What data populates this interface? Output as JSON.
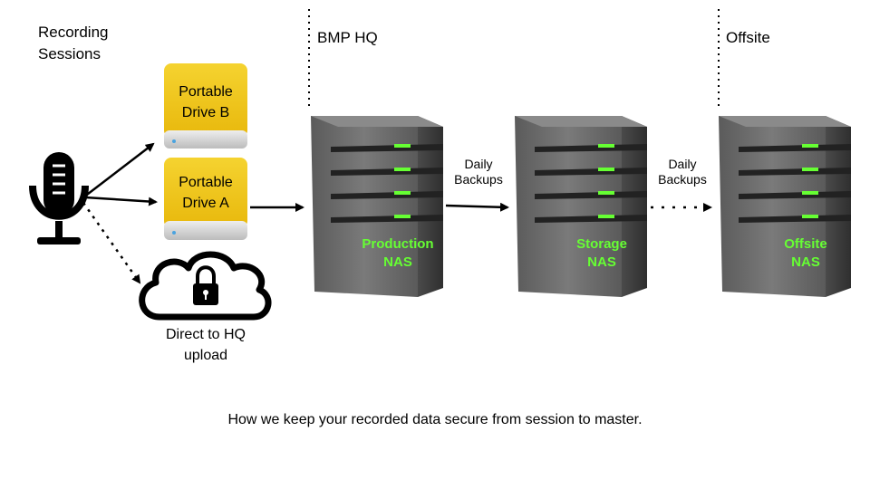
{
  "labels": {
    "recording_line1": "Recording",
    "recording_line2": "Sessions",
    "hq": "BMP HQ",
    "offsite": "Offsite"
  },
  "drives": [
    {
      "line1": "Portable",
      "line2": "Drive B"
    },
    {
      "line1": "Portable",
      "line2": "Drive A"
    }
  ],
  "cloud": {
    "line1": "Direct to HQ",
    "line2": "upload"
  },
  "backups": [
    {
      "line1": "Daily",
      "line2": "Backups"
    },
    {
      "line1": "Daily",
      "line2": "Backups"
    }
  ],
  "servers": [
    {
      "line1": "Production",
      "line2": "NAS"
    },
    {
      "line1": "Storage",
      "line2": "NAS"
    },
    {
      "line1": "Offsite",
      "line2": "NAS"
    }
  ],
  "caption": "How we keep your recorded data secure from session to master.",
  "colors": {
    "drive": "#f2c418",
    "drive_base": "#d8d8d8",
    "server_body": "#6e6e6e",
    "led": "#66ff33",
    "nas_text": "#66ff33"
  },
  "icons": [
    "microphone-icon",
    "cloud-lock-icon",
    "portable-drive-icon",
    "server-icon"
  ]
}
